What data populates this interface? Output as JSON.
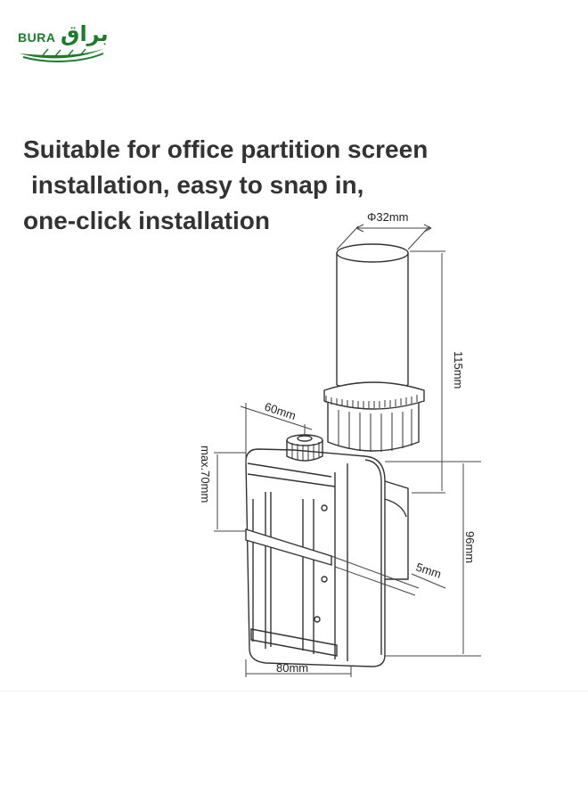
{
  "logo": {
    "latin": "BURA",
    "arabic": "براق",
    "brand_color": "#1f7a2e"
  },
  "headline": {
    "line1": "Suitable for office partition screen",
    "line2": "installation, easy to snap in,",
    "line3": "one-click installation"
  },
  "dimensions": {
    "diameter": "Φ32mm",
    "pole_height": "115mm",
    "clamp_depth": "60mm",
    "clamp_opening": "max.70mm",
    "total_height": "96mm",
    "offset": "5mm",
    "clamp_width": "80mm"
  }
}
